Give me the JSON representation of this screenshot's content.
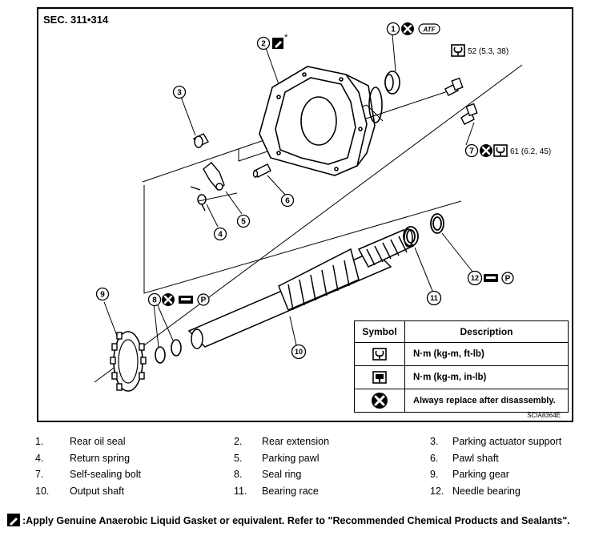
{
  "section_label": "SEC. 311•314",
  "figure_ref": "SCIA8364E",
  "callouts": {
    "c1": "1",
    "c2": "2",
    "c3": "3",
    "c4": "4",
    "c5": "5",
    "c6": "6",
    "c7": "7",
    "c8": "8",
    "c9": "9",
    "c10": "10",
    "c11": "11",
    "c12": "12"
  },
  "atf_label": "ATF",
  "asterisk": "*",
  "p_label": "P",
  "torque_top": "52 (5.3, 38)",
  "torque_mid": "61 (6.2, 45)",
  "table": {
    "col_symbol": "Symbol",
    "col_description": "Description",
    "rows": [
      {
        "icon": "torque-wrench-icon",
        "desc": "N·m (kg-m, ft-lb)"
      },
      {
        "icon": "torque-wrench-filled-icon",
        "desc": "N·m (kg-m, in-lb)"
      },
      {
        "icon": "replace-x-icon",
        "desc": "Always replace after disassembly."
      }
    ]
  },
  "legend": [
    {
      "num": "1.",
      "label": "Rear oil seal"
    },
    {
      "num": "2.",
      "label": "Rear extension"
    },
    {
      "num": "3.",
      "label": "Parking actuator support"
    },
    {
      "num": "4.",
      "label": "Return spring"
    },
    {
      "num": "5.",
      "label": "Parking pawl"
    },
    {
      "num": "6.",
      "label": "Pawl shaft"
    },
    {
      "num": "7.",
      "label": "Self-sealing bolt"
    },
    {
      "num": "8.",
      "label": "Seal ring"
    },
    {
      "num": "9.",
      "label": "Parking gear"
    },
    {
      "num": "10.",
      "label": "Output shaft"
    },
    {
      "num": "11.",
      "label": "Bearing race"
    },
    {
      "num": "12.",
      "label": "Needle bearing"
    }
  ],
  "note": ":Apply Genuine Anaerobic Liquid Gasket or equivalent.  Refer to \"Recommended Chemical Products and Sealants\"."
}
